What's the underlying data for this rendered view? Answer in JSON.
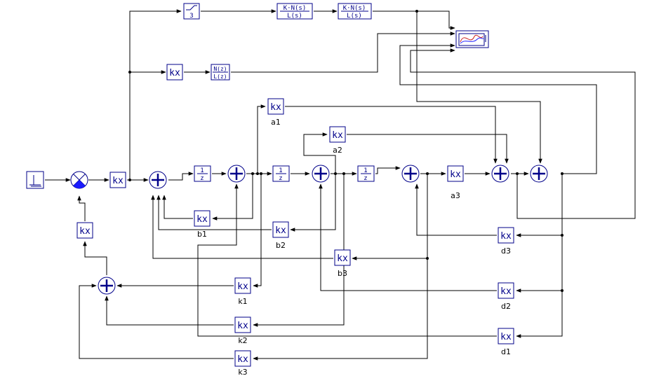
{
  "blocks": {
    "gain_glyph": "kx",
    "frac_one": "1",
    "frac_z": "z",
    "tf_num": "K·N(s)",
    "tf_den": "L(s)",
    "dtf_num": "N(z)",
    "dtf_den": "L(z)",
    "sat_value": "3"
  },
  "labels": {
    "a1": "a1",
    "a2": "a2",
    "a3": "a3",
    "b1": "b1",
    "b2": "b2",
    "b3": "b3",
    "k1": "k1",
    "k2": "k2",
    "k3": "k3",
    "d1": "d1",
    "d2": "d2",
    "d3": "d3"
  },
  "colors": {
    "block_stroke": "#00008a",
    "block_accent": "#1a1aff",
    "wire": "#000000",
    "scope_trace_a": "#cc2222",
    "scope_trace_b": "#1a1aff"
  }
}
